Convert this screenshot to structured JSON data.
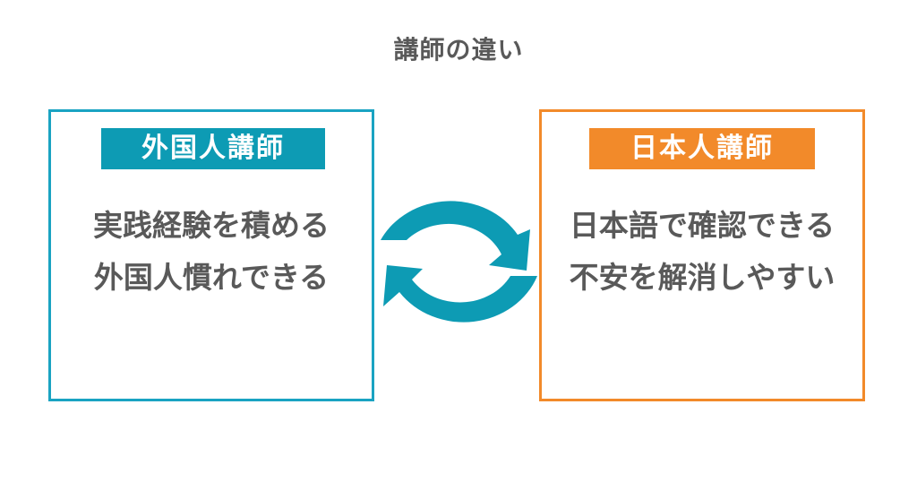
{
  "title": "講師の違い",
  "colors": {
    "teal": "#0d9bb4",
    "teal_border": "#1aa3c2",
    "orange": "#f28a2a",
    "text": "#595959"
  },
  "left_panel": {
    "label": "外国人講師",
    "lines": [
      "実践経験を積める",
      "外国人慣れできる"
    ]
  },
  "right_panel": {
    "label": "日本人講師",
    "lines": [
      "日本語で確認できる",
      "不安を解消しやすい"
    ]
  },
  "center_icon": "cycle-arrows-icon"
}
